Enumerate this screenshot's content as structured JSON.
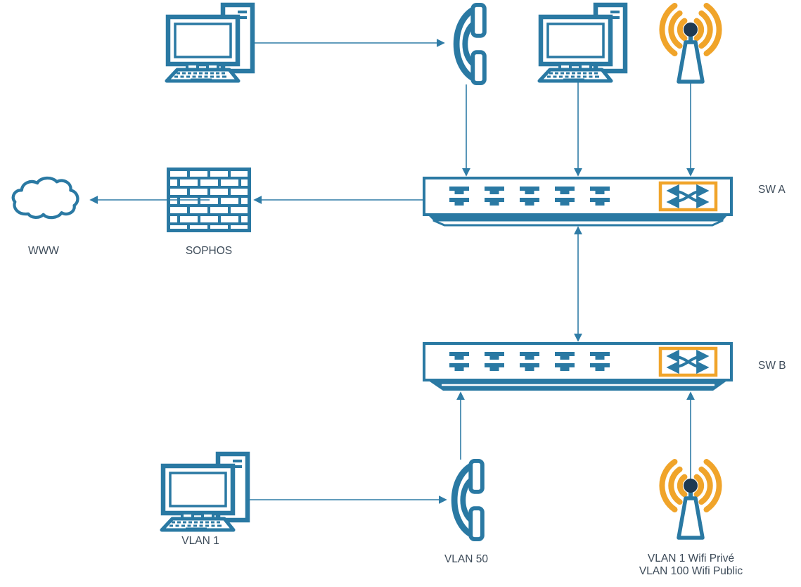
{
  "diagram": {
    "type": "network-topology",
    "colors": {
      "device_blue": "#2A79A3",
      "connector_blue": "#2F7CA6",
      "accent_orange": "#F0A42A",
      "antenna_dot_navy": "#1F3A52",
      "label_text": "#3D4B59",
      "background": "#FFFFFF"
    },
    "labels": {
      "www": "WWW",
      "sophos": "SOPHOS",
      "sw_a": "SW A",
      "sw_b": "SW B",
      "vlan1_pc": "VLAN 1",
      "vlan50_phone": "VLAN 50",
      "wifi_bottom_line1": "VLAN 1 Wifi Privé",
      "wifi_bottom_line2": "VLAN 100 Wifi Public"
    },
    "nodes": [
      {
        "id": "pc-top-left",
        "type": "computer",
        "label": ""
      },
      {
        "id": "phone-top",
        "type": "ip-phone",
        "label": ""
      },
      {
        "id": "pc-top-right",
        "type": "computer",
        "label": ""
      },
      {
        "id": "wifi-top",
        "type": "wifi-antenna",
        "label": ""
      },
      {
        "id": "www-cloud",
        "type": "cloud",
        "label": "WWW"
      },
      {
        "id": "sophos-firewall",
        "type": "firewall",
        "label": "SOPHOS"
      },
      {
        "id": "switch-a",
        "type": "ethernet-switch",
        "label": "SW A"
      },
      {
        "id": "switch-b",
        "type": "ethernet-switch",
        "label": "SW B"
      },
      {
        "id": "vlan1-pc",
        "type": "computer",
        "label": "VLAN 1"
      },
      {
        "id": "vlan50-phone",
        "type": "ip-phone",
        "label": "VLAN 50"
      },
      {
        "id": "wifi-bottom",
        "type": "wifi-antenna",
        "label": "VLAN 1 Wifi Privé / VLAN 100 Wifi Public"
      }
    ],
    "connections": [
      {
        "from": "pc-top-left",
        "to": "phone-top",
        "arrow": "to"
      },
      {
        "from": "phone-top",
        "to": "switch-a",
        "arrow": "to"
      },
      {
        "from": "pc-top-right",
        "to": "switch-a",
        "arrow": "to"
      },
      {
        "from": "wifi-top",
        "to": "switch-a",
        "arrow": "to"
      },
      {
        "from": "switch-a",
        "to": "sophos-firewall",
        "arrow": "to"
      },
      {
        "from": "sophos-firewall",
        "to": "www-cloud",
        "arrow": "to"
      },
      {
        "from": "switch-a",
        "to": "switch-b",
        "arrow": "both"
      },
      {
        "from": "vlan50-phone",
        "to": "switch-b",
        "arrow": "to"
      },
      {
        "from": "wifi-bottom",
        "to": "switch-b",
        "arrow": "to"
      },
      {
        "from": "vlan1-pc",
        "to": "vlan50-phone",
        "arrow": "to"
      }
    ]
  }
}
